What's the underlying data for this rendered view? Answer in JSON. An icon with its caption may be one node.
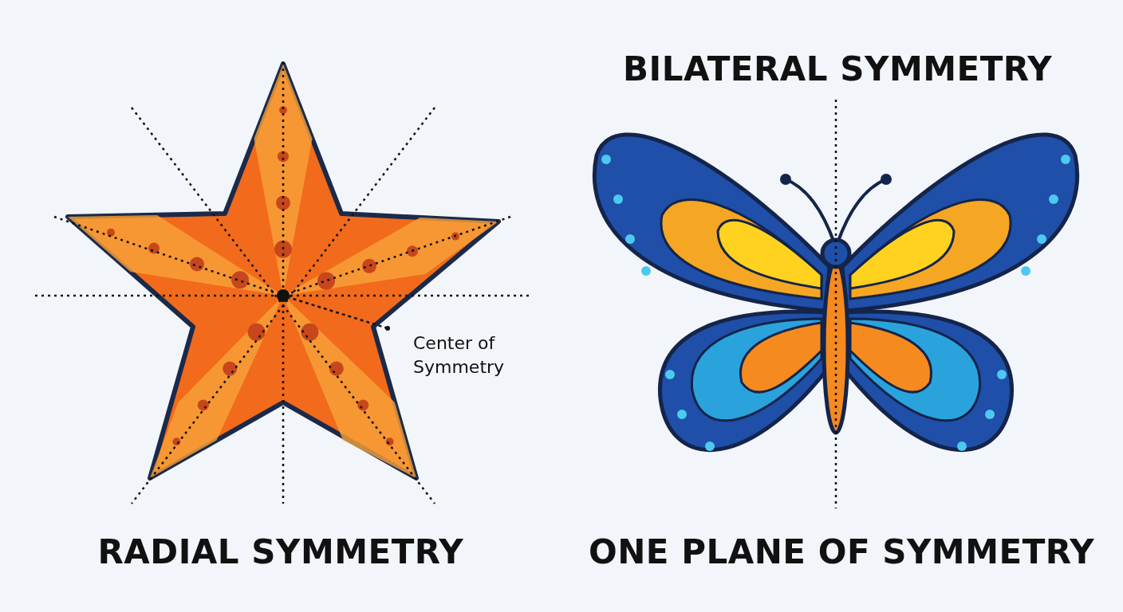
{
  "diagram": {
    "nodes": [
      {
        "text": [
          "Center of Symmetry"
        ]
      },
      {
        "text": [],
        "shape": "circle"
      }
    ],
    "edges": [
      {
        "from": 0,
        "to": 1,
        "arrow": "other"
      }
    ],
    "labels": [
      "BILATERAL SYMMETRY",
      "RADIAL SYMMETRY",
      "ONE PLANE OF SYMMETRY"
    ]
  }
}
